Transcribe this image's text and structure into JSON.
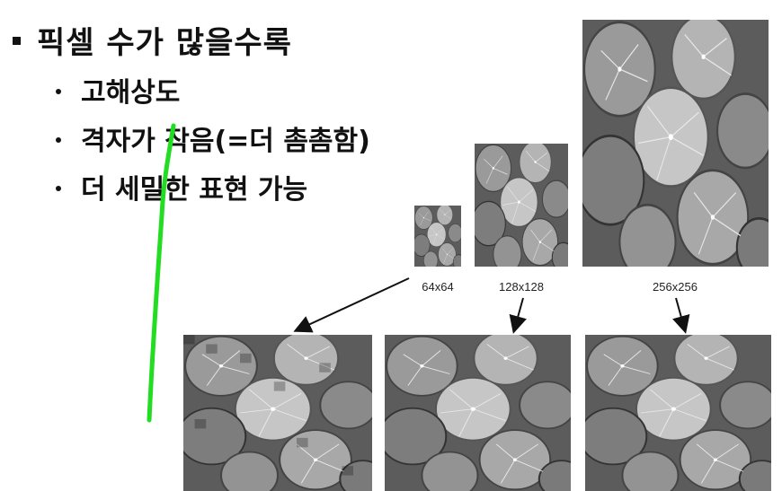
{
  "slide": {
    "heading": "픽셀 수가 많을수록",
    "items": [
      "고해상도",
      "격자가 작음(=더 촘촘함)",
      "더 세밀한 표현 가능"
    ]
  },
  "images": {
    "small_label": "64x64",
    "medium_label": "128x128",
    "large_label": "256x256"
  },
  "colors": {
    "annotation": "#22dd22",
    "text": "#111111"
  }
}
